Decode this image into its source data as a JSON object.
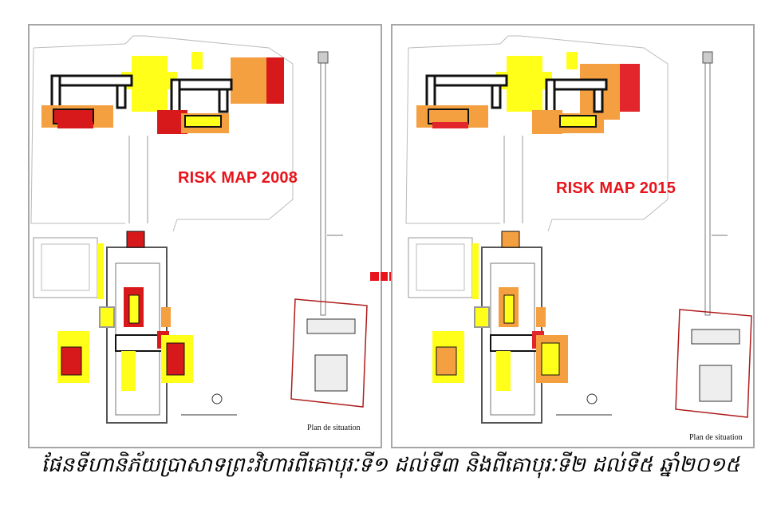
{
  "maps": [
    {
      "title": "RISK MAP 2008",
      "situation_label": "Plan de situation",
      "risk_colors": {
        "high": "#d7191c",
        "medium": "#f4a040",
        "low": "#ffff1a"
      }
    },
    {
      "title": "RISK MAP 2015",
      "situation_label": "Plan de situation",
      "risk_colors": {
        "high": "#e2262b",
        "medium": "#f4a040",
        "low": "#ffff1a"
      }
    }
  ],
  "caption": "ផែនទីហានិភ័យប្រាសាទព្រះវិហារពីគោបុរៈទី១ ដល់ទី៣ និងពីគោបុរៈទី២ ដល់ទី៥ ឆ្នាំ២០១៥",
  "colors": {
    "border": "#a6a6a6",
    "title": "#e8141b",
    "situation_box": "#b01c1c"
  }
}
